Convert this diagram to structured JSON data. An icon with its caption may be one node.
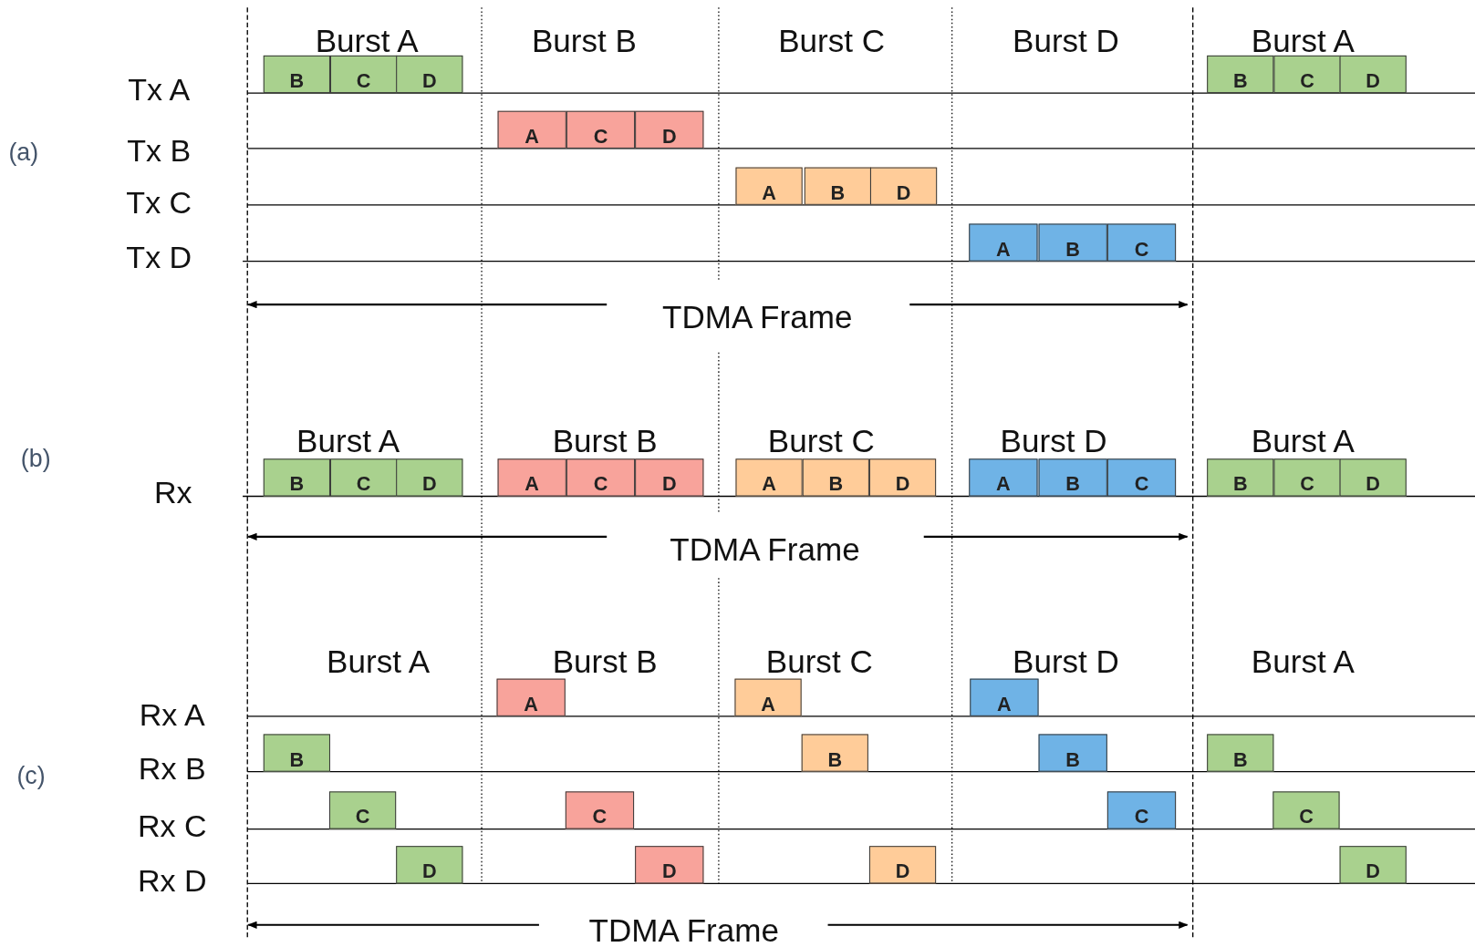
{
  "diagram": {
    "nodes": [
      {
        "text": [
          "B"
        ]
      },
      {
        "text": [
          "C"
        ]
      },
      {
        "text": [
          "D"
        ]
      },
      {
        "text": [
          "B"
        ]
      },
      {
        "text": [
          "C"
        ]
      },
      {
        "text": [
          "D"
        ]
      },
      {
        "text": [
          "A"
        ]
      },
      {
        "text": [
          "C"
        ]
      },
      {
        "text": [
          "D"
        ]
      },
      {
        "text": [
          "A"
        ]
      },
      {
        "text": [
          "B"
        ]
      },
      {
        "text": [
          "D"
        ]
      },
      {
        "text": [
          "A"
        ]
      },
      {
        "text": [
          "B"
        ]
      },
      {
        "text": [
          "C"
        ]
      },
      {
        "text": [
          "B"
        ]
      },
      {
        "text": [
          "C"
        ]
      },
      {
        "text": [
          "D"
        ]
      },
      {
        "text": [
          "A"
        ]
      },
      {
        "text": [
          "C"
        ]
      },
      {
        "text": [
          "D"
        ]
      },
      {
        "text": [
          "A"
        ]
      },
      {
        "text": [
          "B"
        ]
      },
      {
        "text": [
          "D"
        ]
      },
      {
        "text": [
          "A"
        ]
      },
      {
        "text": [
          "B"
        ]
      },
      {
        "text": [
          "C"
        ]
      },
      {
        "text": [
          "B"
        ]
      },
      {
        "text": [
          "C"
        ]
      },
      {
        "text": [
          "D"
        ]
      },
      {
        "text": [
          "A"
        ]
      },
      {
        "text": [
          "A"
        ]
      },
      {
        "text": [
          "A"
        ]
      },
      {
        "text": [
          "B"
        ]
      },
      {
        "text": [
          "B"
        ]
      },
      {
        "text": [
          "B"
        ]
      },
      {
        "text": [
          "B"
        ]
      },
      {
        "text": [
          "C"
        ]
      },
      {
        "text": [
          "C"
        ]
      },
      {
        "text": [
          "C"
        ]
      },
      {
        "text": [
          "C"
        ]
      },
      {
        "text": [
          "D"
        ]
      },
      {
        "text": [
          "D"
        ]
      },
      {
        "text": [
          "D"
        ]
      },
      {
        "text": [
          "D"
        ]
      }
    ],
    "labels": [
      "Burst A",
      "Burst B",
      "Burst C",
      "Burst D",
      "Burst A",
      "Tx A",
      "(a)",
      "Tx B",
      "Tx C",
      "Tx D",
      "TDMA Frame",
      "Burst A",
      "Burst B",
      "Burst C",
      "Burst D",
      "Burst A",
      "(b)",
      "Rx",
      "TDMA Frame",
      "Burst A",
      "Burst B",
      "Burst C",
      "Burst D",
      "Burst A",
      "Rx A",
      "(c)",
      "Rx B",
      "Rx C",
      "Rx D",
      "TDMA Frame"
    ]
  }
}
